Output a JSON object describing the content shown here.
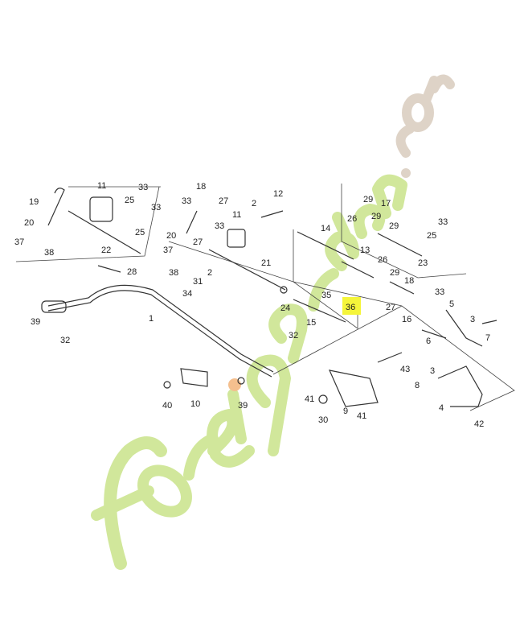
{
  "diagram": {
    "labels": [
      "19",
      "11",
      "33",
      "25",
      "33",
      "25",
      "20",
      "22",
      "37",
      "38",
      "18",
      "33",
      "27",
      "2",
      "12",
      "11",
      "20",
      "33",
      "27",
      "37",
      "38",
      "2",
      "31",
      "34",
      "21",
      "28",
      "39",
      "1",
      "32",
      "24",
      "14",
      "29",
      "17",
      "26",
      "29",
      "29",
      "33",
      "25",
      "23",
      "13",
      "26",
      "29",
      "18",
      "33",
      "35",
      "36",
      "15",
      "27",
      "16",
      "5",
      "3",
      "7",
      "6",
      "32",
      "3",
      "43",
      "8",
      "4",
      "42",
      "41",
      "9",
      "30",
      "41",
      "40",
      "10",
      "39"
    ],
    "highlighted_label": "36",
    "highlight_color": "#f5f53a"
  },
  "watermark": {
    "text_main": "foret",
    "text_garden": "garden",
    "text_dotcom": ".com",
    "green": "#c9e38a",
    "orange": "#f2b47a",
    "beige": "#d9cbbd"
  }
}
